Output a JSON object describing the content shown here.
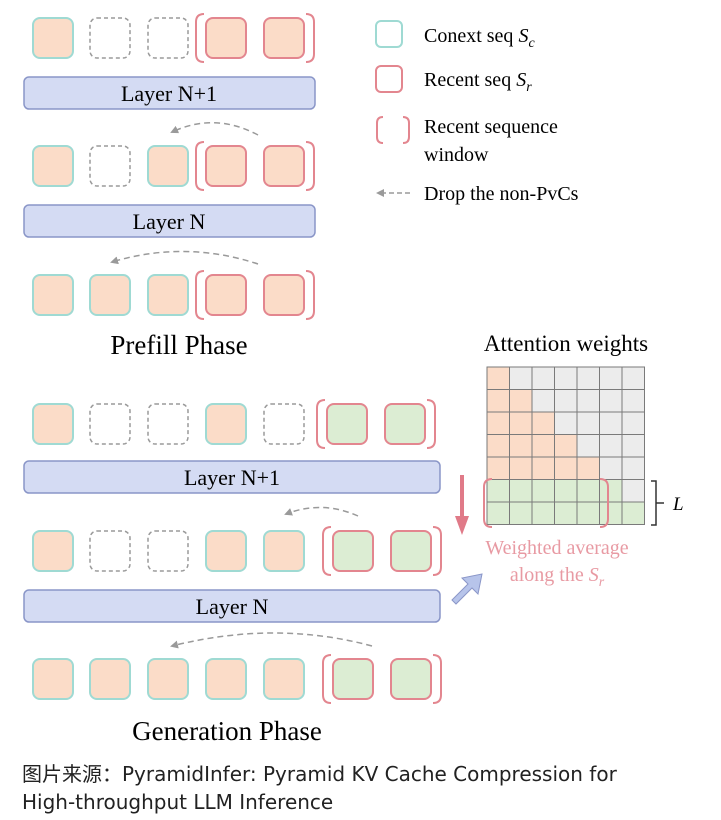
{
  "legend": {
    "context_prefix": "Conext seq ",
    "context_var": "S",
    "context_sub": "c",
    "recent_prefix": "Recent seq ",
    "recent_var": "S",
    "recent_sub": "r",
    "window_line1": "Recent sequence",
    "window_line2": "window",
    "drop": "Drop the non-PvCs"
  },
  "prefill": {
    "title": "Prefill Phase",
    "layer_top": "Layer N+1",
    "layer_bottom": "Layer N"
  },
  "generation": {
    "title": "Generation Phase",
    "layer_top": "Layer N+1",
    "layer_bottom": "Layer N"
  },
  "attention": {
    "title": "Attention weights",
    "l_label": "L",
    "weighted_line1": "Weighted average",
    "weighted_line2_prefix": "along the ",
    "weighted_var": "S",
    "weighted_sub": "r"
  },
  "caption": {
    "line1": "图片来源：PyramidInfer: Pyramid KV Cache Compression for",
    "line2": "High-throughput LLM Inference"
  },
  "colors": {
    "context_fill": "#fbdcc8",
    "context_border": "#9fdad3",
    "recent_fill_prefill": "#fbdcc8",
    "recent_fill_gen": "#dcedd3",
    "recent_border": "#e3868f",
    "dashed_border": "#9a9a9a",
    "layer_fill": "#d4dbf3",
    "layer_border": "#8a96c8",
    "grid_gray": "#ececec",
    "grid_peach": "#fbdcc8",
    "grid_green": "#dcedd3",
    "weighted_text": "#e89aa3",
    "arrow_pink": "#e07a88",
    "arrow_blue": "#b7c4ea"
  }
}
